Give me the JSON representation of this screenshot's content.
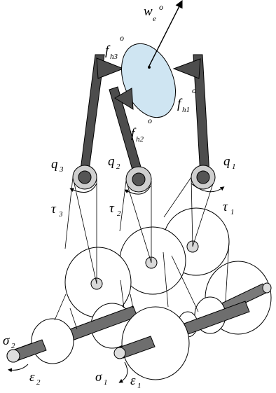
{
  "diagram": {
    "object_label": {
      "base": "w",
      "sub": "e",
      "sup": "o"
    },
    "finger_forces": [
      {
        "base": "f",
        "sub": "h3",
        "sup": "o"
      },
      {
        "base": "f",
        "sub": "h2",
        "sup": "o"
      },
      {
        "base": "f",
        "sub": "h1",
        "sup": "o"
      }
    ],
    "joints": [
      {
        "base": "q",
        "sub": "3"
      },
      {
        "base": "q",
        "sub": "2"
      },
      {
        "base": "q",
        "sub": "1"
      }
    ],
    "joint_torques": [
      {
        "base": "τ",
        "sub": "3"
      },
      {
        "base": "τ",
        "sub": "2"
      },
      {
        "base": "τ",
        "sub": "1"
      }
    ],
    "actuator_torques": [
      {
        "base": "σ",
        "sub": "2"
      },
      {
        "base": "σ",
        "sub": "1"
      }
    ],
    "actuator_rotations": [
      {
        "base": "ε",
        "sub": "2"
      },
      {
        "base": "ε",
        "sub": "1"
      }
    ],
    "colors": {
      "object_fill": "#cfe5f2",
      "link_fill": "#4d4d4d",
      "pulley_fill": "#ffffff",
      "hub_fill": "#d9d9d9",
      "shaft_fill": "#6e6e6e"
    }
  }
}
